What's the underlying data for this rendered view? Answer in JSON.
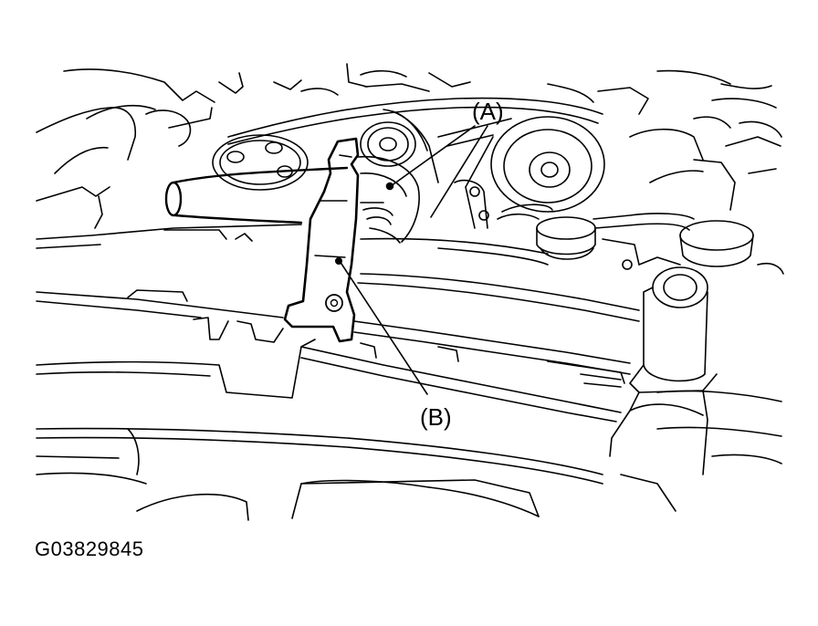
{
  "figure": {
    "callouts": {
      "a": "(A)",
      "b": "(B)"
    },
    "figure_id": "G03829845"
  },
  "colors": {
    "line": "#000000",
    "background": "#ffffff"
  }
}
